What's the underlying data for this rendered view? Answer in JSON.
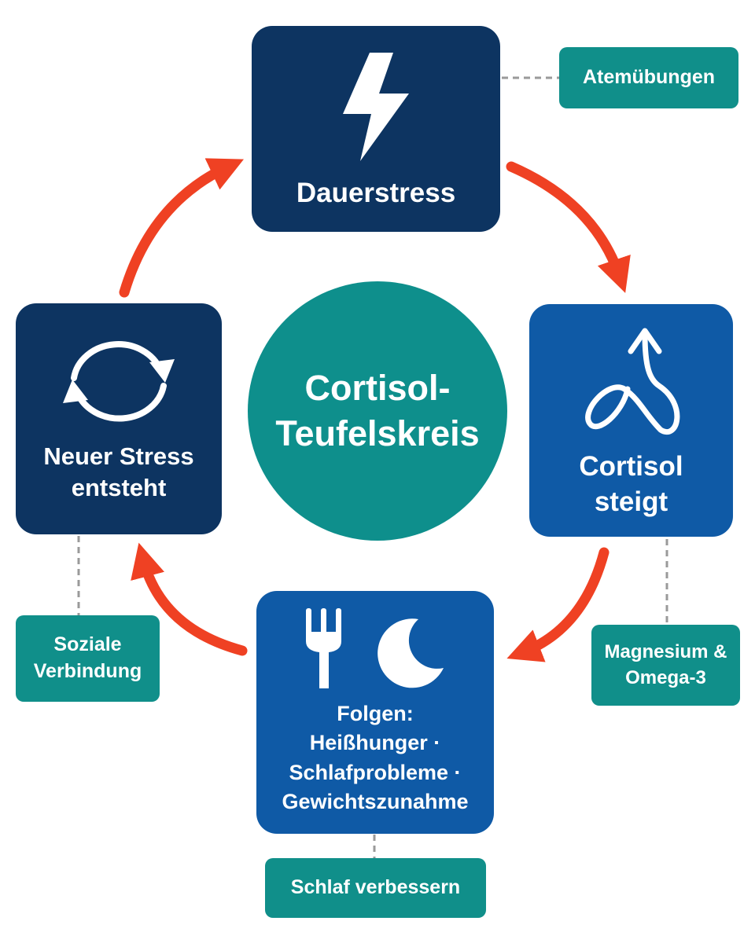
{
  "title": {
    "line1": "Cortisol-",
    "line2": "Teufelskreis"
  },
  "nodes": {
    "top": {
      "label": "Dauerstress",
      "icon": "lightning-icon"
    },
    "right": {
      "line1": "Cortisol",
      "line2": "steigt",
      "icon": "rising-arrow-icon"
    },
    "bottom": {
      "line1": "Folgen:",
      "line2": "Heißhunger ·",
      "line3": "Schlafprobleme ·",
      "line4": "Gewichtszunahme",
      "icons": [
        "fork-icon",
        "moon-icon"
      ]
    },
    "left": {
      "line1": "Neuer Stress",
      "line2": "entsteht",
      "icon": "cycle-arrows-icon"
    }
  },
  "tips": {
    "top": {
      "label": "Atemübungen"
    },
    "right": {
      "line1": "Magnesium &",
      "line2": "Omega-3"
    },
    "bottom": {
      "label": "Schlaf verbessern"
    },
    "left": {
      "line1": "Soziale",
      "line2": "Verbindung"
    }
  },
  "colors": {
    "navy": "#0d3461",
    "blue": "#0f5aa6",
    "teal": "#0e8f8c",
    "arrow": "#ef4123",
    "connector": "#9a9a9a"
  }
}
